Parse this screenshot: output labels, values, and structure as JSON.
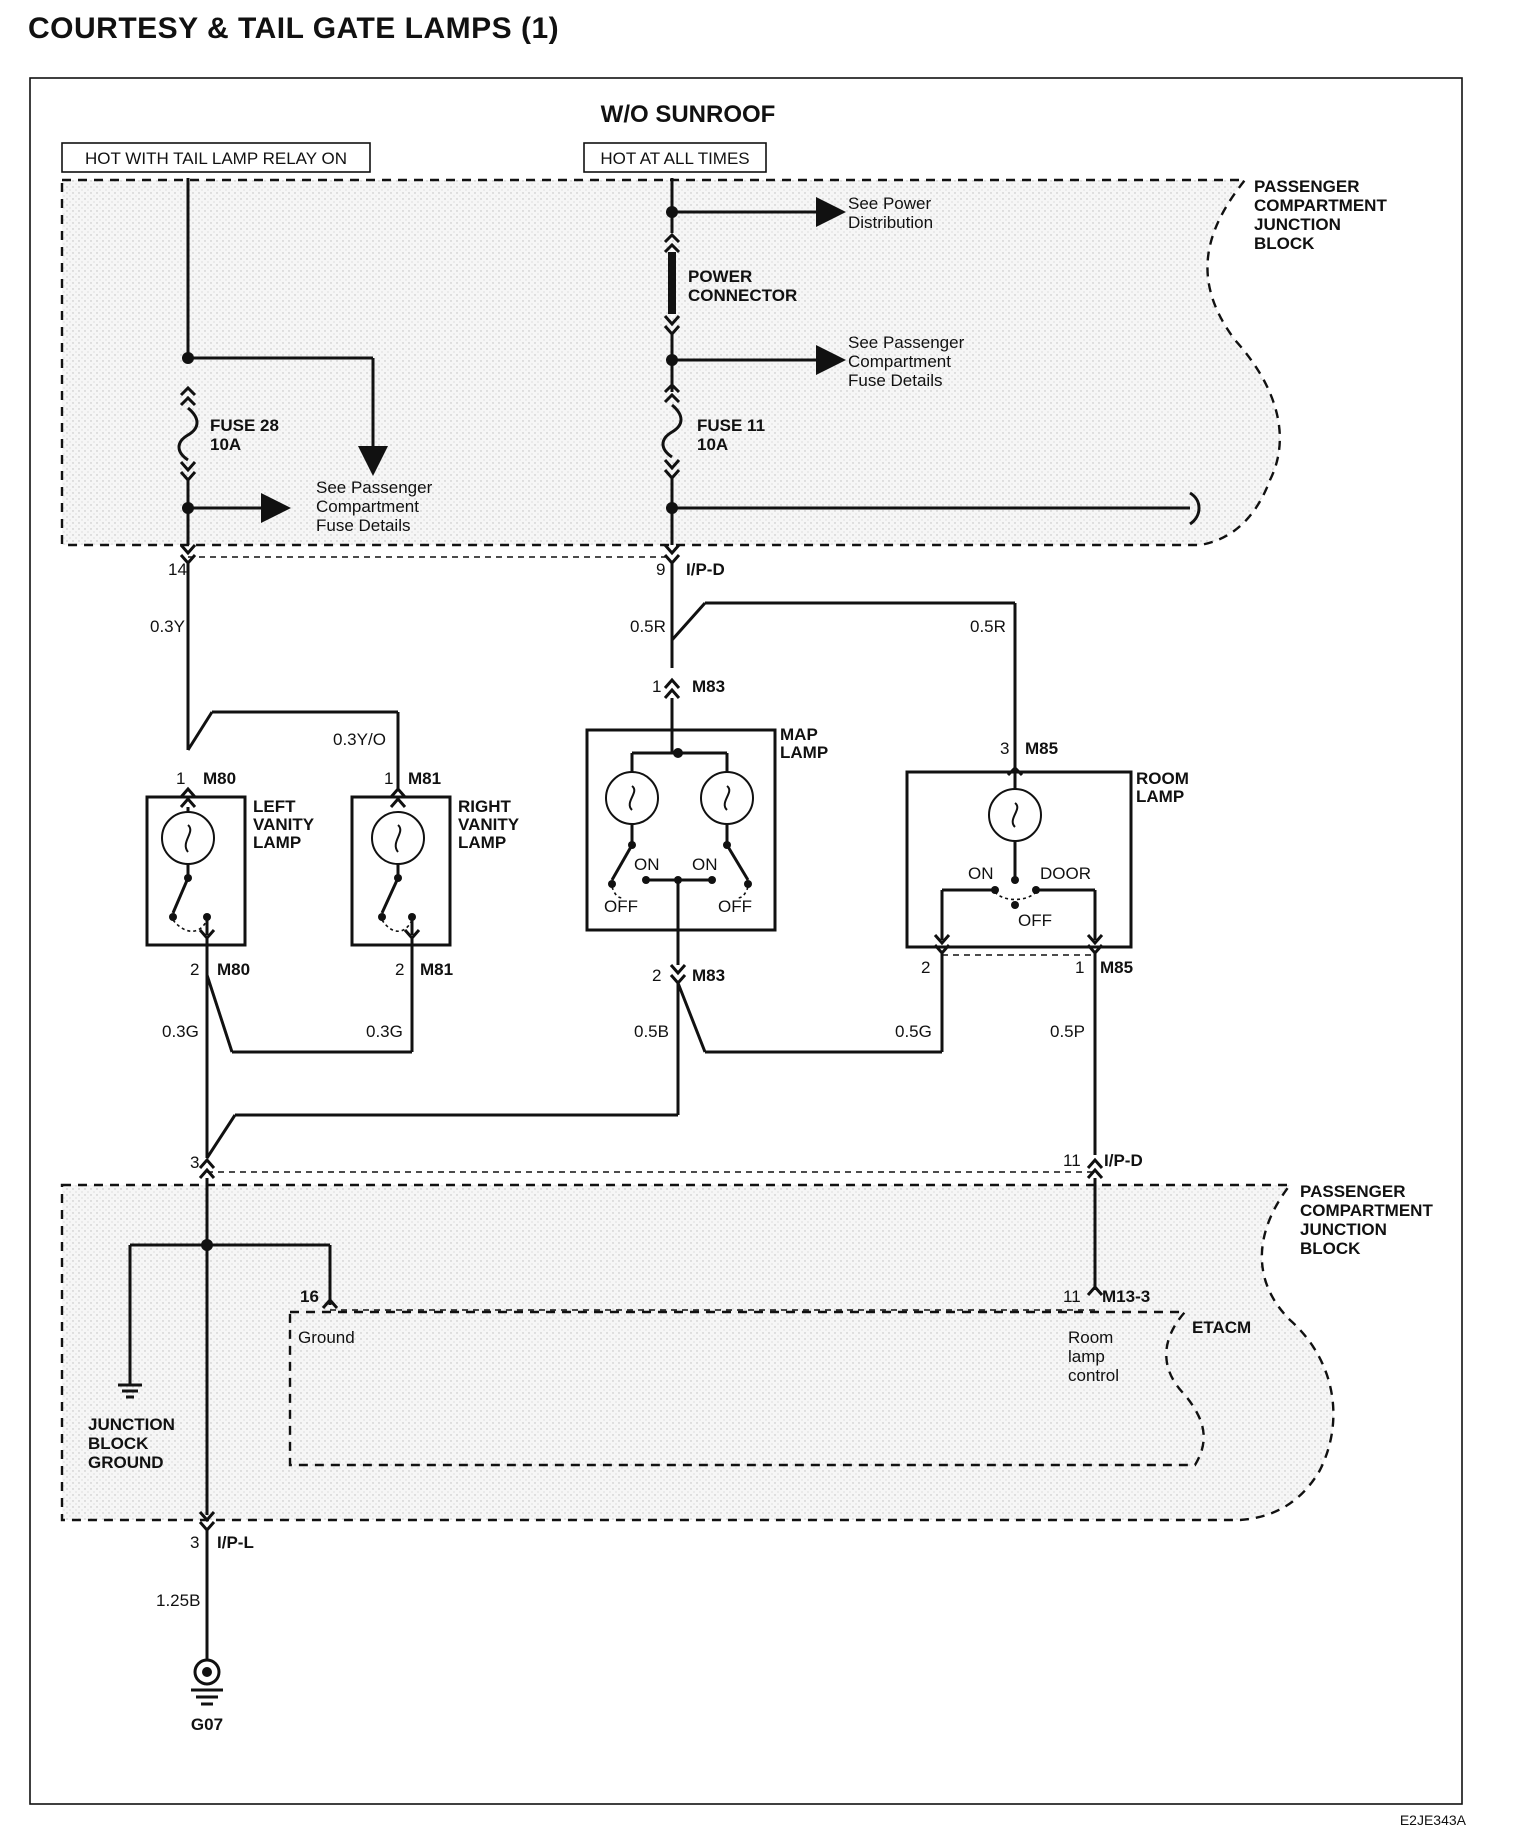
{
  "title": "COURTESY & TAIL GATE LAMPS (1)",
  "subtitle": "W/O SUNROOF",
  "diagram_code": "E2JE343A",
  "power_sources": {
    "left": "HOT WITH TAIL LAMP RELAY ON",
    "right": "HOT AT ALL TIMES"
  },
  "junction_block_top": [
    "PASSENGER",
    "COMPARTMENT",
    "JUNCTION",
    "BLOCK"
  ],
  "junction_block_bottom": [
    "PASSENGER",
    "COMPARTMENT",
    "JUNCTION",
    "BLOCK"
  ],
  "refs": {
    "power_distribution": [
      "See Power",
      "Distribution"
    ],
    "pcfd_right": [
      "See Passenger",
      "Compartment",
      "Fuse Details"
    ],
    "pcfd_left": [
      "See Passenger",
      "Compartment",
      "Fuse Details"
    ]
  },
  "power_connector": [
    "POWER",
    "CONNECTOR"
  ],
  "fuses": {
    "fuse28": [
      "FUSE 28",
      "10A"
    ],
    "fuse11": [
      "FUSE 11",
      "10A"
    ]
  },
  "connectors": {
    "pin14": "14",
    "pin9": "9",
    "ipd_top": "I/P-D",
    "m83_1_pin": "1",
    "m83_1": "M83",
    "m80_1_pin": "1",
    "m80_1": "M80",
    "m81_1_pin": "1",
    "m81_1": "M81",
    "m85_3_pin": "3",
    "m85_3": "M85",
    "m80_2_pin": "2",
    "m80_2": "M80",
    "m81_2_pin": "2",
    "m81_2": "M81",
    "m83_2_pin": "2",
    "m83_2": "M83",
    "m85_2_pin": "2",
    "m85_1_pin": "1",
    "m85_1": "M85",
    "pin3": "3",
    "pin11": "11",
    "ipd_bottom": "I/P-D",
    "pin16": "16",
    "m13_pin": "11",
    "m13": "M13-3",
    "ipl_pin": "3",
    "ipl": "I/P-L"
  },
  "wires": {
    "w_03y": "0.3Y",
    "w_05r_left": "0.5R",
    "w_05r_right": "0.5R",
    "w_03yo": "0.3Y/O",
    "w_03g_left": "0.3G",
    "w_03g_right": "0.3G",
    "w_05b": "0.5B",
    "w_05g": "0.5G",
    "w_05p": "0.5P",
    "w_125b": "1.25B"
  },
  "components": {
    "map_lamp": [
      "MAP",
      "LAMP"
    ],
    "room_lamp": [
      "ROOM",
      "LAMP"
    ],
    "left_vanity": [
      "LEFT",
      "VANITY",
      "LAMP"
    ],
    "right_vanity": [
      "RIGHT",
      "VANITY",
      "LAMP"
    ]
  },
  "switch_labels": {
    "map_on_left": "ON",
    "map_on_right": "ON",
    "map_off_left": "OFF",
    "map_off_right": "OFF",
    "room_on": "ON",
    "room_door": "DOOR",
    "room_off": "OFF"
  },
  "etacm": {
    "label": "ETACM",
    "ground": "Ground",
    "room_control": [
      "Room",
      "lamp",
      "control"
    ]
  },
  "jb_ground": [
    "JUNCTION",
    "BLOCK",
    "GROUND"
  ],
  "ground_id": "G07"
}
